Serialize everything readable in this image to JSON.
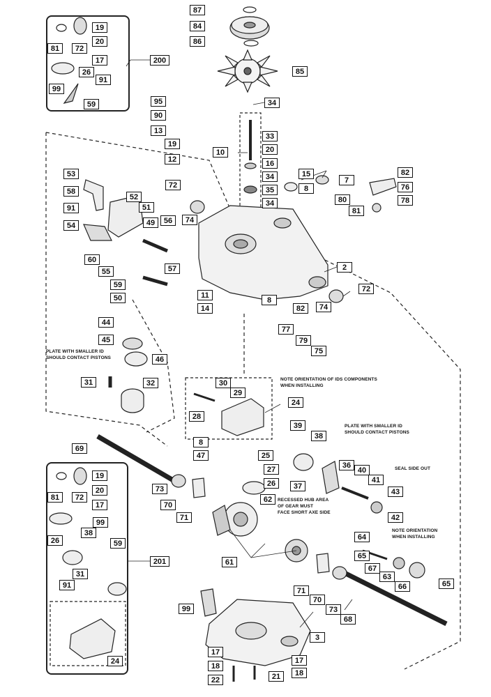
{
  "callouts": {
    "c87": "87",
    "c84": "84",
    "c86": "86",
    "c85": "85",
    "c34a": "34",
    "c33": "33",
    "c20a": "20",
    "c16": "16",
    "c34b": "34",
    "c35": "35",
    "c34c": "34",
    "c10": "10",
    "c95": "95",
    "c90": "90",
    "c13": "13",
    "c19a": "19",
    "c12": "12",
    "c15": "15",
    "c8a": "8",
    "c7": "7",
    "c82a": "82",
    "c76": "76",
    "c80": "80",
    "c81a": "81",
    "c78": "78",
    "c53": "53",
    "c58": "58",
    "c52": "52",
    "c91a": "91",
    "c51": "51",
    "c54": "54",
    "c49": "49",
    "c56": "56",
    "c72a": "72",
    "c74a": "74",
    "c60": "60",
    "c55": "55",
    "c59a": "59",
    "c57": "57",
    "c50": "50",
    "c2": "2",
    "c11": "11",
    "c14": "14",
    "c8b": "8",
    "c82b": "82",
    "c74b": "74",
    "c72b": "72",
    "c44": "44",
    "c45": "45",
    "c77": "77",
    "c79": "79",
    "c75": "75",
    "c46": "46",
    "c31a": "31",
    "c32": "32",
    "c30": "30",
    "c29": "29",
    "c28": "28",
    "c24a": "24",
    "c69": "69",
    "c8c": "8",
    "c47": "47",
    "c25": "25",
    "c39": "39",
    "c38a": "38",
    "c27": "27",
    "c26a": "26",
    "c36": "36",
    "c40": "40",
    "c41": "41",
    "c37": "37",
    "c43": "43",
    "c42": "42",
    "c73a": "73",
    "c70a": "70",
    "c71a": "71",
    "c62": "62",
    "c64": "64",
    "c65a": "65",
    "c67": "67",
    "c63": "63",
    "c66": "66",
    "c65b": "65",
    "c61": "61",
    "c71b": "71",
    "c70b": "70",
    "c73b": "73",
    "c68": "68",
    "c99a": "99",
    "c3": "3",
    "c17a": "17",
    "c18a": "18",
    "c22": "22",
    "c17b": "17",
    "c18b": "18",
    "c21": "21",
    "k200_19": "19",
    "k200_72": "72",
    "k200_20": "20",
    "k200_81": "81",
    "k200_17": "17",
    "k200_26": "26",
    "k200_91": "91",
    "k200_99": "99",
    "k200_59": "59",
    "k200_label": "200",
    "k201_81": "81",
    "k201_72": "72",
    "k201_19": "19",
    "k201_20": "20",
    "k201_17": "17",
    "k201_99": "99",
    "k201_38": "38",
    "k201_26": "26",
    "k201_59": "59",
    "k201_31": "31",
    "k201_91": "91",
    "k201_24": "24",
    "k201_label": "201"
  },
  "notes": {
    "plate1_l1": "PLATE WITH SMALLER ID",
    "plate1_l2": "SHOULD CONTACT PISTONS",
    "ids_l1": "NOTE ORIENTATION OF IDS COMPONENTS",
    "ids_l2": "WHEN INSTALLING",
    "plate2_l1": "PLATE WITH SMALLER ID",
    "plate2_l2": "SHOULD CONTACT PISTONS",
    "seal_l1": "SEAL SIDE OUT",
    "hub_l1": "RECESSED HUB AREA",
    "hub_l2": "OF GEAR MUST",
    "hub_l3": "FACE SHORT AXE SIDE",
    "orient_l1": "NOTE ORIENTATION",
    "orient_l2": "WHEN INSTALLING"
  }
}
